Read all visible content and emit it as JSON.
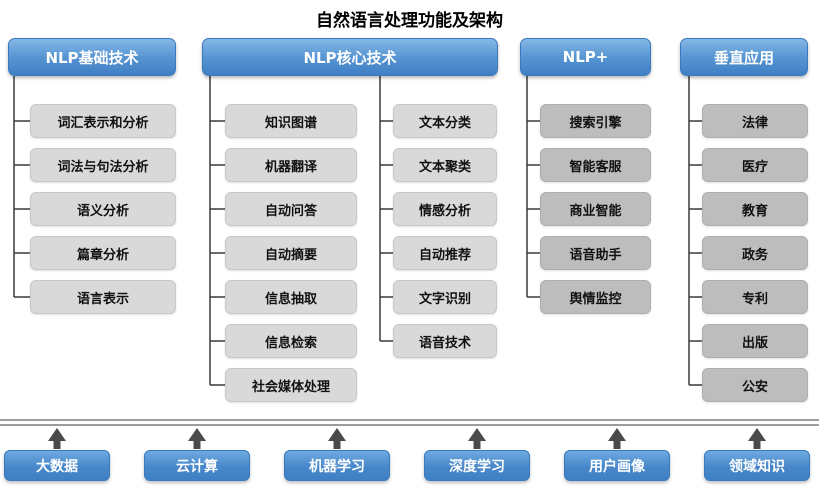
{
  "title": "自然语言处理功能及架构",
  "colors": {
    "header_blue_top": "#85b9e8",
    "header_blue_bottom": "#3f7fc4",
    "item_light_gray": "#d9d9d9",
    "item_dark_gray": "#bdbdbd",
    "connector_line": "#3a3a3a",
    "divider_gray": "#9e9e9e",
    "arrow_dark": "#4a4a4a"
  },
  "columns": [
    {
      "header": "NLP基础技术",
      "items": [
        "词汇表示和分析",
        "词法与句法分析",
        "语义分析",
        "篇章分析",
        "语言表示"
      ]
    },
    {
      "header": "NLP核心技术",
      "items_left": [
        "知识图谱",
        "机器翻译",
        "自动问答",
        "自动摘要",
        "信息抽取",
        "信息检索",
        "社会媒体处理"
      ],
      "items_right": [
        "文本分类",
        "文本聚类",
        "情感分析",
        "自动推荐",
        "文字识别",
        "语音技术"
      ]
    },
    {
      "header": "NLP+",
      "items": [
        "搜索引擎",
        "智能客服",
        "商业智能",
        "语音助手",
        "舆情监控"
      ]
    },
    {
      "header": "垂直应用",
      "items": [
        "法律",
        "医疗",
        "教育",
        "政务",
        "专利",
        "出版",
        "公安"
      ]
    }
  ],
  "foundation": {
    "items": [
      "大数据",
      "云计算",
      "机器学习",
      "深度学习",
      "用户画像",
      "领域知识"
    ]
  }
}
